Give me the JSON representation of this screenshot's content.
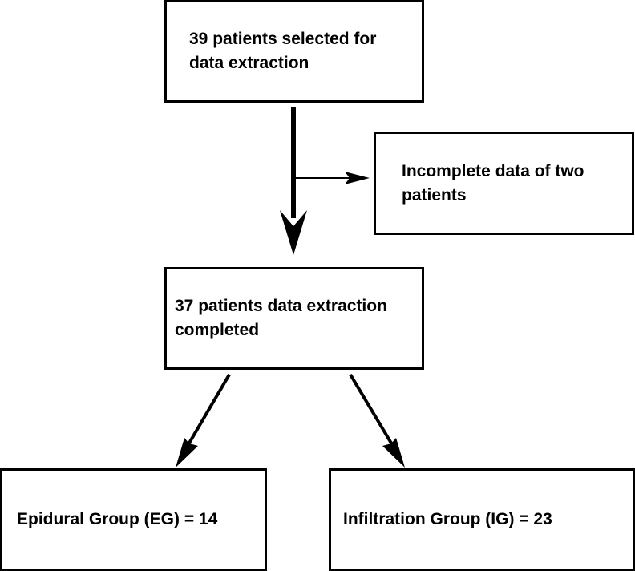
{
  "nodes": {
    "selected": {
      "lines": [
        "39 patients selected for",
        "data extraction"
      ]
    },
    "excluded": {
      "lines": [
        "Incomplete data of two",
        "patients"
      ]
    },
    "completed": {
      "lines": [
        "37 patients data extraction",
        "completed"
      ]
    },
    "epidural": {
      "lines": [
        "Epidural Group (EG) = 14"
      ]
    },
    "infiltration": {
      "lines": [
        "Infiltration Group (IG) = 23"
      ]
    }
  },
  "colors": {
    "line": "#000000",
    "background": "#ffffff"
  }
}
